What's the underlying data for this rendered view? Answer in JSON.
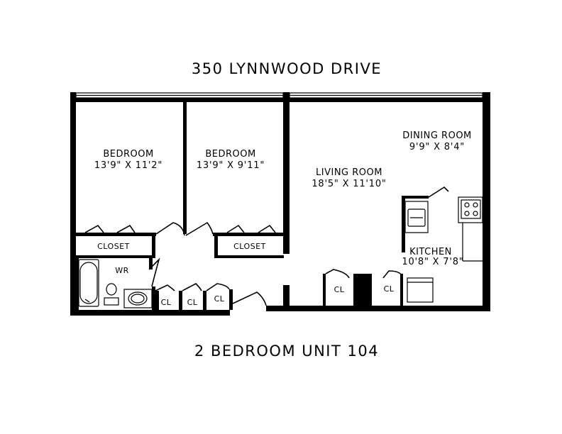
{
  "header": {
    "address": "350 LYNNWOOD DRIVE"
  },
  "footer": {
    "unit": "2 BEDROOM UNIT 104"
  },
  "rooms": {
    "bedroom1": {
      "name": "BEDROOM",
      "dims": "13'9\" X 11'2\""
    },
    "bedroom2": {
      "name": "BEDROOM",
      "dims": "13'9\" X 9'11\""
    },
    "living": {
      "name": "LIVING ROOM",
      "dims": "18'5\" X 11'10\""
    },
    "dining": {
      "name": "DINING ROOM",
      "dims": "9'9\" X 8'4\""
    },
    "kitchen": {
      "name": "KITCHEN",
      "dims": "10'8\" X 7'8\""
    }
  },
  "labels": {
    "closet1": "CLOSET",
    "closet2": "CLOSET",
    "wr": "WR",
    "cl1": "CL",
    "cl2": "CL",
    "cl3": "CL",
    "cl4": "CL",
    "cl5": "CL"
  }
}
